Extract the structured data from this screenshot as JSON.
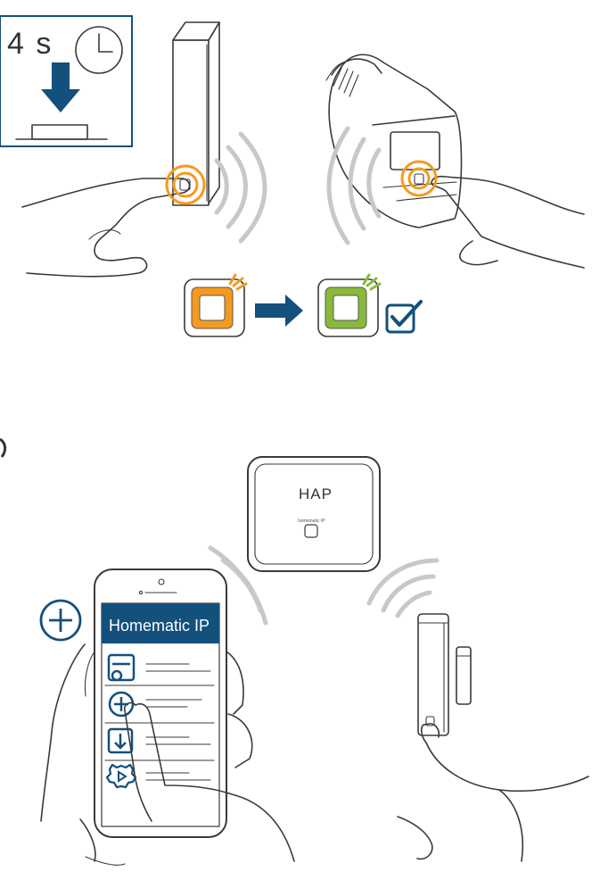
{
  "step1": {
    "timer_label": "4 s",
    "icons": [
      "clock-icon",
      "arrow-down-icon",
      "button-icon"
    ],
    "led_states": [
      {
        "name": "orange-blink-led",
        "color": "#f59a1f"
      },
      {
        "name": "green-blink-led",
        "color": "#8ab93a"
      }
    ],
    "colors": {
      "accent_blue": "#14507c",
      "orange": "#f59a1f",
      "green": "#8ab93a",
      "wave_gray": "#c8c8c8"
    }
  },
  "step2": {
    "access_point_label": "HAP",
    "access_point_brand": "homematic IP",
    "app": {
      "header_title": "Homematic IP",
      "menu_icons": [
        "device-icon",
        "add-icon",
        "download-icon",
        "settings-icon"
      ],
      "add_icon": "plus-circle-icon"
    }
  }
}
